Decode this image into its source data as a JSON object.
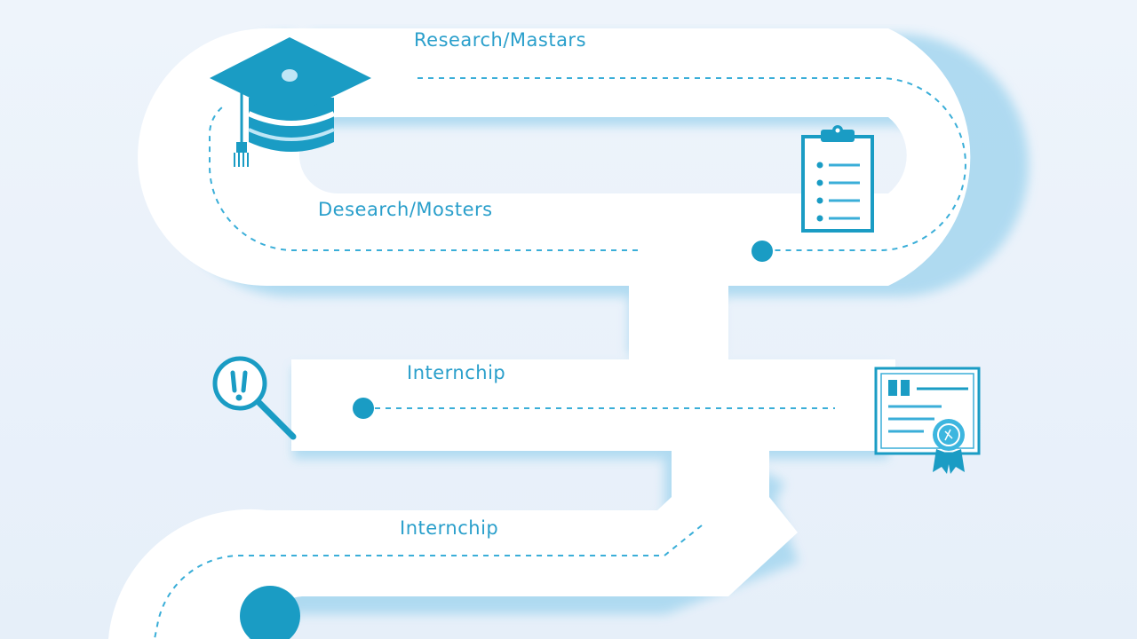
{
  "roadmap": {
    "labels": {
      "research_masters": "Research/Mastars",
      "desearch_mosters": "Desearch/Mosters",
      "internship_upper": "Internchip",
      "internship_lower": "Internchip"
    },
    "colors": {
      "accent": "#1a9cc4",
      "accent_light": "#3db6df",
      "road": "#ffffff",
      "road_shadow": "#9dd2ee",
      "background": "#eaf2fa",
      "text": "#2a9fcb"
    },
    "icons": [
      "graduation-cap-icon",
      "clipboard-checklist-icon",
      "magnifier-alert-icon",
      "certificate-icon"
    ]
  }
}
